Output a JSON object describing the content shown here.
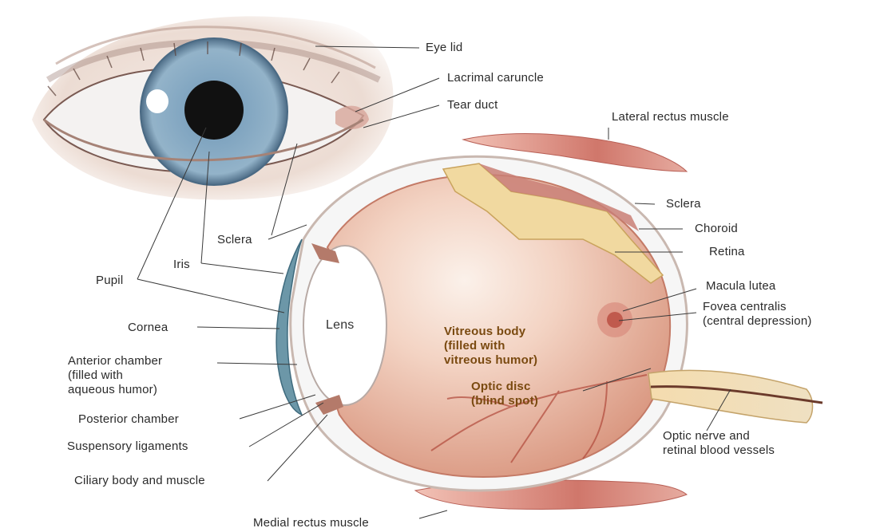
{
  "labels": {
    "eye_lid": "Eye lid",
    "lacrimal_caruncle": "Lacrimal caruncle",
    "tear_duct": "Tear duct",
    "lateral_rectus": "Lateral rectus muscle",
    "sclera_right": "Sclera",
    "choroid": "Choroid",
    "retina": "Retina",
    "macula_lutea": "Macula lutea",
    "fovea_centralis": "Fovea centralis\n(central depression)",
    "sclera_left": "Sclera",
    "iris": "Iris",
    "pupil": "Pupil",
    "cornea": "Cornea",
    "lens": "Lens",
    "vitreous_body": "Vitreous body\n(filled with\nvitreous humor)",
    "anterior_chamber": "Anterior chamber\n(filled with\naqueous humor)",
    "optic_disc": "Optic disc\n(blind spot)",
    "posterior_chamber": "Posterior chamber",
    "suspensory_ligaments": "Suspensory ligaments",
    "optic_nerve": "Optic nerve and\nretinal blood vessels",
    "ciliary_body": "Ciliary body and muscle",
    "medial_rectus": "Medial rectus muscle"
  },
  "colors": {
    "sclera_fill": "#f3f3f3",
    "iris_blue": "#7ea3bf",
    "pupil": "#111111",
    "skin": "#e9d8cf",
    "vitreous": "#f1c9b8",
    "retina_yellow": "#f1d9a0",
    "muscle": "#d98a80",
    "cornea": "#6c97a8",
    "leader": "#3a3a3a"
  }
}
